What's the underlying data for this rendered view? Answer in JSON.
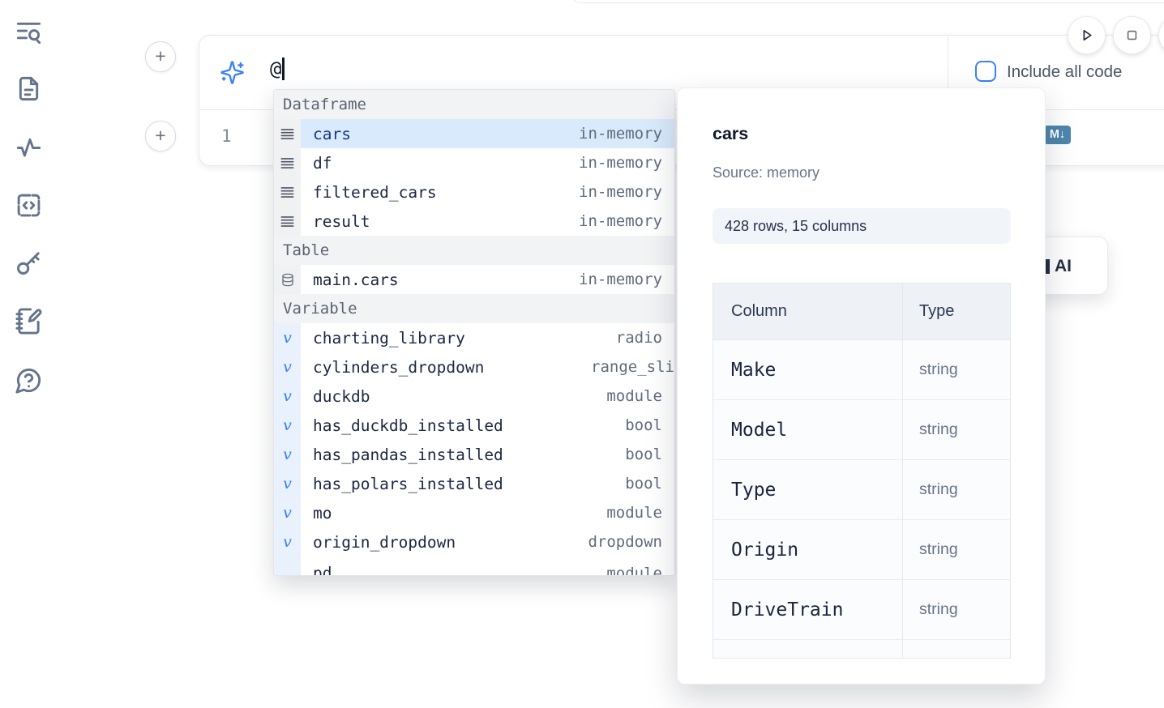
{
  "colors": {
    "accent_blue": "#3b82f6",
    "steel_blue": "#4e86ac",
    "selected_row_bg": "#d8eafc",
    "selected_row_text": "#17397e",
    "item_text": "#1c2742",
    "muted_text": "#5f6b7d",
    "panel_border": "#e7e9ee"
  },
  "icons": {
    "plus": "+",
    "variable_symbol": "v",
    "markdown_badge": "M↓"
  },
  "sidebar": {
    "icons": [
      "list-search",
      "file-text",
      "activity",
      "code-square",
      "key",
      "notebook-pen",
      "help-chat"
    ]
  },
  "toolbar": {
    "run_button": "play-icon",
    "stop_button": "stop-icon"
  },
  "ai_prompt": {
    "value": "@",
    "include_label": "Include all code",
    "checkbox_checked": false
  },
  "code_cell": {
    "line_number": "1"
  },
  "autocomplete": {
    "selected_item": "cars",
    "sections": [
      {
        "label": "Dataframe",
        "items": [
          {
            "name": "cars",
            "type": "in-memory"
          },
          {
            "name": "df",
            "type": "in-memory"
          },
          {
            "name": "filtered_cars",
            "type": "in-memory"
          },
          {
            "name": "result",
            "type": "in-memory"
          }
        ]
      },
      {
        "label": "Table",
        "items": [
          {
            "name": "main.cars",
            "type": "in-memory"
          }
        ]
      },
      {
        "label": "Variable",
        "items": [
          {
            "name": "charting_library",
            "type": "radio"
          },
          {
            "name": "cylinders_dropdown",
            "type": "range_sli"
          },
          {
            "name": "duckdb",
            "type": "module"
          },
          {
            "name": "has_duckdb_installed",
            "type": "bool"
          },
          {
            "name": "has_pandas_installed",
            "type": "bool"
          },
          {
            "name": "has_polars_installed",
            "type": "bool"
          },
          {
            "name": "mo",
            "type": "module"
          },
          {
            "name": "origin_dropdown",
            "type": "dropdown"
          },
          {
            "name": "pd",
            "type": "module"
          }
        ]
      }
    ]
  },
  "preview_panel": {
    "title": "cars",
    "source": "Source: memory",
    "shape_badge": "428 rows, 15 columns",
    "schema_table": {
      "headers": [
        "Column",
        "Type"
      ],
      "rows": [
        {
          "column": "Make",
          "type": "string"
        },
        {
          "column": "Model",
          "type": "string"
        },
        {
          "column": "Type",
          "type": "string"
        },
        {
          "column": "Origin",
          "type": "string"
        },
        {
          "column": "DriveTrain",
          "type": "string"
        }
      ]
    }
  },
  "ai_card": {
    "visible_label": "AI"
  }
}
